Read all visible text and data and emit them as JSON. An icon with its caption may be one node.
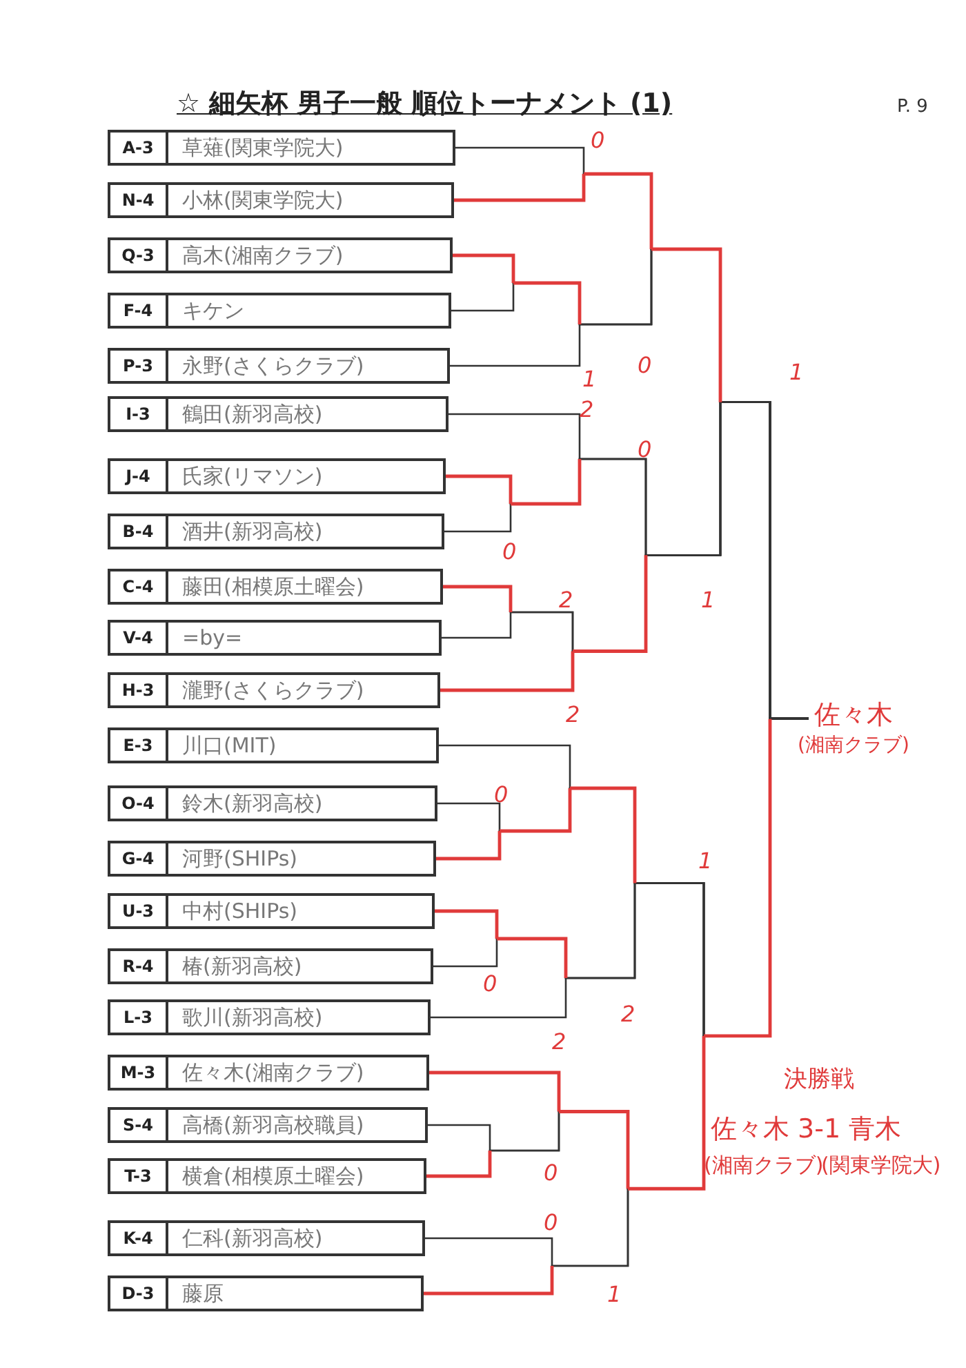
{
  "diagram": {
    "title": "☆ 細矢杯 男子一般 順位トーナメント (1)",
    "nodes": [
      {
        "text": [
          "A-3",
          "草薙(関東学院大)"
        ]
      },
      {
        "text": [
          "N-4",
          "小林(関東学院大)"
        ]
      },
      {
        "text": [
          "Q-3",
          "高木(湘南クラブ)"
        ]
      },
      {
        "text": [
          "F-4",
          "キケン"
        ]
      },
      {
        "text": [
          "P-3",
          "永野(さくらクラブ)"
        ]
      },
      {
        "text": [
          "I-3",
          "鶴田(新羽高校)"
        ]
      },
      {
        "text": [
          "J-4",
          "氏家(リマソン)"
        ]
      },
      {
        "text": [
          "B-4",
          "酒井(新羽高校)"
        ]
      },
      {
        "text": [
          "C-4",
          "藤田(相模原土曜会)"
        ]
      },
      {
        "text": [
          "V-4",
          "=by="
        ]
      },
      {
        "text": [
          "H-3",
          "瀧野(さくらクラブ)"
        ]
      },
      {
        "text": [
          "E-3",
          "川口(MIT)"
        ]
      },
      {
        "text": [
          "O-4",
          "鈴木(新羽高校)"
        ]
      },
      {
        "text": [
          "G-4",
          "河野(SHIPs)"
        ]
      },
      {
        "text": [
          "U-3",
          "中村(SHIPs)"
        ]
      },
      {
        "text": [
          "R-4",
          "椿(新羽高校)"
        ]
      },
      {
        "text": [
          "L-3",
          "歌川(新羽高校)"
        ]
      },
      {
        "text": [
          "M-3",
          "佐々木(湘南クラブ)"
        ]
      },
      {
        "text": [
          "S-4",
          "高橋(新羽高校職員)"
        ]
      },
      {
        "text": [
          "T-3",
          "横倉(相模原土曜会)"
        ]
      },
      {
        "text": [
          "K-4",
          "仁科(新羽高校)"
        ]
      },
      {
        "text": [
          "D-3",
          "藤原"
        ]
      },
      {
        "text": [
          "佐々木",
          "(湘南クラブ)"
        ]
      }
    ],
    "edges": [
      {
        "from": 0,
        "to": 22,
        "arrow": "none"
      },
      {
        "from": 1,
        "to": 22,
        "arrow": "none"
      },
      {
        "from": 2,
        "to": 22,
        "arrow": "none"
      },
      {
        "from": 3,
        "to": 22,
        "arrow": "none"
      },
      {
        "from": 4,
        "to": 22,
        "arrow": "none"
      },
      {
        "from": 5,
        "to": 22,
        "arrow": "none"
      },
      {
        "from": 6,
        "to": 22,
        "arrow": "none"
      },
      {
        "from": 7,
        "to": 22,
        "arrow": "none"
      },
      {
        "from": 8,
        "to": 22,
        "arrow": "none"
      },
      {
        "from": 9,
        "to": 22,
        "arrow": "none"
      },
      {
        "from": 10,
        "to": 22,
        "arrow": "none"
      },
      {
        "from": 11,
        "to": 22,
        "arrow": "none"
      },
      {
        "from": 12,
        "to": 22,
        "arrow": "none"
      },
      {
        "from": 13,
        "to": 22,
        "arrow": "none"
      },
      {
        "from": 14,
        "to": 22,
        "arrow": "none"
      },
      {
        "from": 15,
        "to": 22,
        "arrow": "none"
      },
      {
        "from": 16,
        "to": 22,
        "arrow": "none"
      },
      {
        "from": 17,
        "to": 22,
        "arrow": "none"
      },
      {
        "from": 18,
        "to": 22,
        "arrow": "none"
      },
      {
        "from": 19,
        "to": 22,
        "arrow": "none"
      },
      {
        "from": 20,
        "to": 22,
        "arrow": "none"
      },
      {
        "from": 21,
        "to": 22,
        "arrow": "none"
      }
    ],
    "labels": [
      "P. 9",
      "0",
      "0",
      "1",
      "1",
      "2",
      "0",
      "0",
      "2",
      "1",
      "2",
      "0",
      "1",
      "0",
      "2",
      "2",
      "0",
      "0",
      "1",
      "決勝戦",
      "佐々木 3-1 青木",
      "(湘南クラブ)",
      "(関東学院大)"
    ]
  }
}
